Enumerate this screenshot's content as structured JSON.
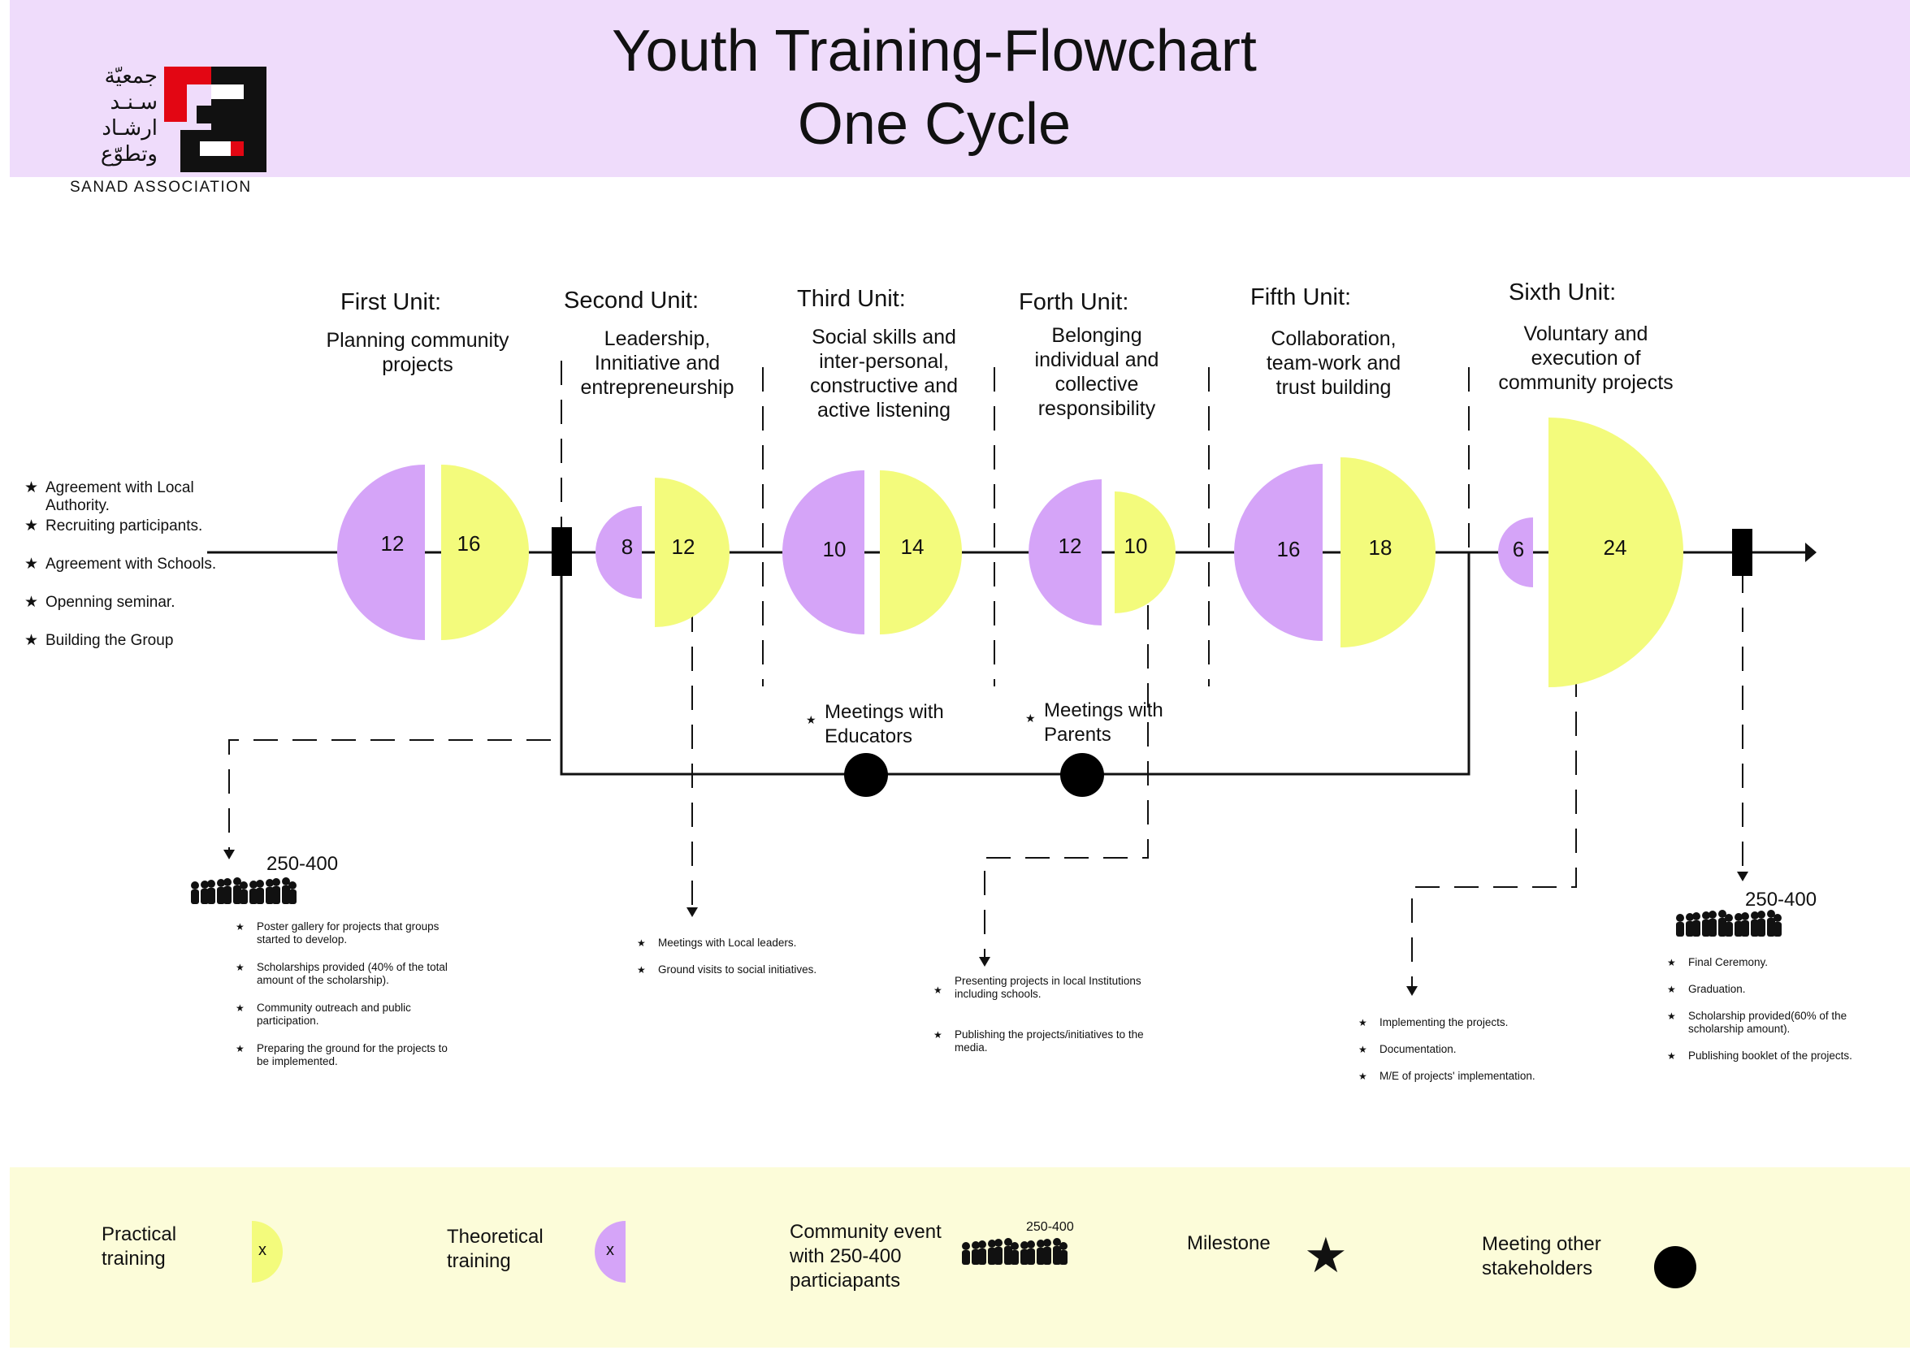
{
  "header": {
    "title_line1": "Youth Training-Flowchart",
    "title_line2": "One Cycle"
  },
  "logo": {
    "arabic_lines": [
      "جمعيّة",
      "سـنـد",
      "ارشـاد",
      "وتطوّع"
    ],
    "english_name": "SANAD ASSOCIATION",
    "brand_red": "#e30613",
    "brand_black": "#111111"
  },
  "colors": {
    "practical": "#f3fb7c",
    "theoretical": "#d5a4f8",
    "header_band": "#efdcfb",
    "legend_band": "#fcfcd9"
  },
  "units": [
    {
      "heading": "First Unit:",
      "subtitle": "Planning community projects",
      "theoretical": 12,
      "practical": 16
    },
    {
      "heading": "Second Unit:",
      "subtitle": "Leadership, Innitiative and entrepreneurship",
      "theoretical": 8,
      "practical": 12
    },
    {
      "heading": "Third Unit:",
      "subtitle": "Social skills and inter-personal, constructive and active listening",
      "theoretical": 10,
      "practical": 14
    },
    {
      "heading": "Forth Unit:",
      "subtitle": "Belonging individual and collective responsibility",
      "theoretical": 12,
      "practical": 10
    },
    {
      "heading": "Fifth Unit:",
      "subtitle": "Collaboration, team-work and trust building",
      "theoretical": 16,
      "practical": 18
    },
    {
      "heading": "Sixth Unit:",
      "subtitle": "Voluntary and execution of community projects",
      "theoretical": 6,
      "practical": 24
    }
  ],
  "start_milestones": [
    "Agreement with Local Authority.",
    "Recruiting participants.",
    "Agreement with Schools.",
    "Openning seminar.",
    "Building the Group"
  ],
  "meetings": {
    "educators": "Meetings with Educators",
    "parents": "Meetings with Parents"
  },
  "outcomes": {
    "first": {
      "count": "250-400",
      "items": [
        "Poster gallery for projects that groups started to develop.",
        "Scholarships provided (40% of the total amount of the scholarship).",
        "Community outreach and public participation.",
        "Preparing the ground for the projects to be implemented."
      ]
    },
    "second": {
      "items": [
        "Meetings with Local leaders.",
        "Ground visits to social initiatives."
      ]
    },
    "forth": {
      "items": [
        "Presenting projects in local Institutions including schools.",
        "Publishing the projects/initiatives to the media."
      ]
    },
    "sixth": {
      "items": [
        "Implementing the projects.",
        "Documentation.",
        "M/E of projects' implementation."
      ]
    },
    "final": {
      "count": "250-400",
      "items": [
        "Final Ceremony.",
        "Graduation.",
        "Scholarship provided(60% of the scholarship amount).",
        "Publishing booklet of the projects."
      ]
    }
  },
  "legend": {
    "practical": "Practical training",
    "theoretical": "Theoretical training",
    "community_event": "Community event with 250-400 particiapants",
    "community_count": "250-400",
    "milestone": "Milestone",
    "meeting": "Meeting other stakeholders",
    "sample_value": "x"
  }
}
